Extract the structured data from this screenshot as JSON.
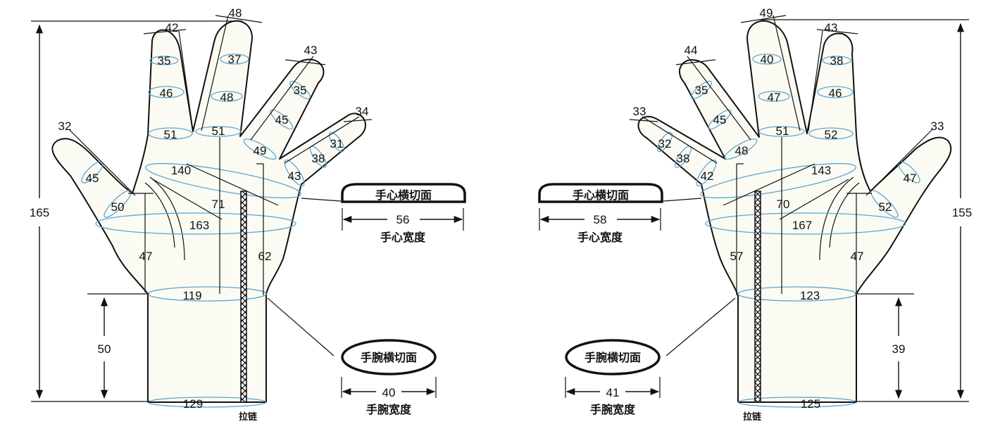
{
  "colors": {
    "outline": "#111111",
    "glove_fill": "#fcfbf3",
    "circumference_ring": "#5aa6d6"
  },
  "icons": {
    "zipper": "zipper-icon"
  },
  "right_hand": {
    "overall_length": "165",
    "cuff_length": "50",
    "thumb": {
      "tip": "32",
      "mid": "45",
      "base": "50"
    },
    "index": {
      "tip": "42",
      "upper": "35",
      "mid": "46",
      "base": "51"
    },
    "middle": {
      "tip": "48",
      "upper": "37",
      "mid": "48",
      "base": "51"
    },
    "ring": {
      "tip": "43",
      "upper": "35",
      "mid": "45",
      "base": "49"
    },
    "little": {
      "tip": "34",
      "upper": "31",
      "mid": "38",
      "base": "43"
    },
    "palm_diagonal": "140",
    "palm_circumference": "163",
    "index_to_wrist": "71",
    "little_side_height": "62",
    "thumb_side_height": "47",
    "wrist_circumference": "119",
    "cuff_circumference": "129",
    "zipper_label": "拉链"
  },
  "left_hand": {
    "overall_length": "155",
    "cuff_length": "39",
    "thumb": {
      "tip": "33",
      "mid": "47",
      "base": "52"
    },
    "index": {
      "tip": "43",
      "upper": "38",
      "mid": "46",
      "base": "52"
    },
    "middle": {
      "tip": "49",
      "upper": "40",
      "mid": "47",
      "base": "51"
    },
    "ring": {
      "tip": "44",
      "upper": "35",
      "mid": "45",
      "base": "48"
    },
    "little": {
      "tip": "33",
      "upper": "32",
      "mid": "38",
      "base": "42"
    },
    "palm_diagonal": "143",
    "palm_circumference": "167",
    "index_to_wrist": "70",
    "little_side_height": "57",
    "thumb_side_height": "47",
    "wrist_circumference": "123",
    "cuff_circumference": "125",
    "zipper_label": "拉链"
  },
  "right_sections": {
    "palm_title": "手心横切面",
    "palm_width": "56",
    "palm_caption": "手心宽度",
    "wrist_title": "手腕横切面",
    "wrist_width": "40",
    "wrist_caption": "手腕宽度"
  },
  "left_sections": {
    "palm_title": "手心横切面",
    "palm_width": "58",
    "palm_caption": "手心宽度",
    "wrist_title": "手腕横切面",
    "wrist_width": "41",
    "wrist_caption": "手腕宽度"
  }
}
